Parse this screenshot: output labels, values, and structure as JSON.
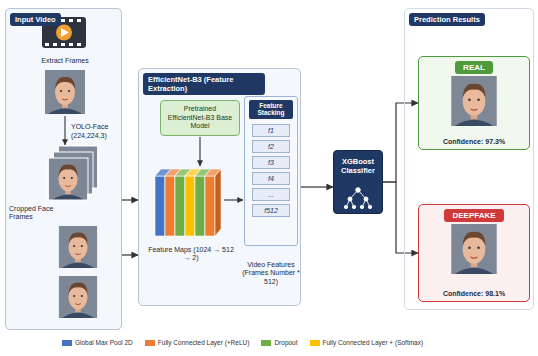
{
  "diagram": {
    "nodes": [
      {
        "text": [
          "Input Video"
        ]
      },
      {
        "text": [
          "EfficientNet-B3 (Feature Extraction)"
        ]
      },
      {
        "text": [
          "Pretrained EfficientNet-B3 Base Model"
        ],
        "in": 1
      },
      {
        "text": [
          "Feature Stacking",
          "f1",
          "f2",
          "f3",
          "f4",
          "...",
          "f512"
        ],
        "in": 1
      },
      {
        "text": [
          "XGBoost Classifier"
        ]
      },
      {
        "text": [
          "Prediction Results"
        ]
      },
      {
        "text": [
          "REAL",
          "Confidence: 97.3%"
        ],
        "in": 5
      },
      {
        "text": [
          "DEEPFAKE",
          "Confidence: 98.1%"
        ],
        "in": 5
      }
    ],
    "edges": [
      {
        "from": 0,
        "to": 1,
        "arrow": "to"
      },
      {
        "from": 0,
        "to": 1,
        "arrow": "to"
      },
      {
        "from": 1,
        "to": 4,
        "arrow": "to"
      },
      {
        "from": 4,
        "to": 6,
        "arrow": "to"
      },
      {
        "from": 4,
        "to": 7,
        "arrow": "to"
      }
    ],
    "labels": [
      "Extract Frames",
      "YOLO-Face",
      "(224,224,3)",
      "Cropped Face Frames",
      "Feature Maps (1024 → 512 → 2)",
      "Video Features (Frames Number * 512)"
    ],
    "legend": [
      {
        "text": "Global Max Pool 2D",
        "color": "#4472c4"
      },
      {
        "text": "Fully Connected Layer (+ReLU)",
        "color": "#ed7d31"
      },
      {
        "text": "Dropout",
        "color": "#70ad47"
      },
      {
        "text": "Fully Connected Layer + (Softmax)",
        "color": "#ffc000"
      }
    ]
  }
}
